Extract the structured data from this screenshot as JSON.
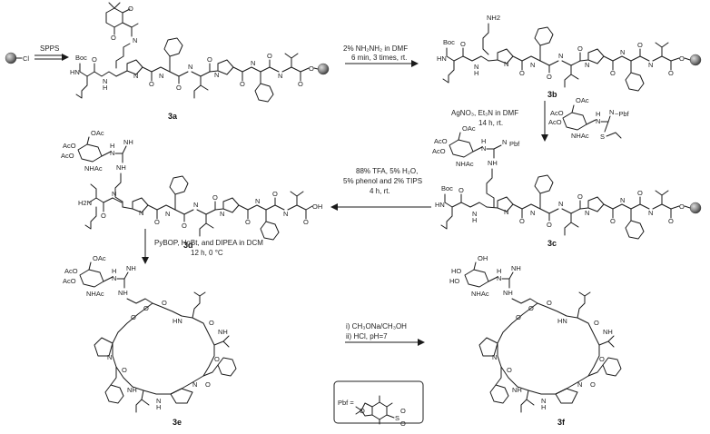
{
  "compounds": {
    "c3a": {
      "label": "3a",
      "resin_cl": "Cl",
      "protecting": "Boc"
    },
    "c3b": {
      "label": "3b",
      "protecting": "Boc",
      "amine": "NH2"
    },
    "c3c": {
      "label": "3c",
      "protecting": "Boc",
      "pbf": "Pbf",
      "sugar_oac": "OAc",
      "sugar_aco1": "AcO",
      "sugar_aco2": "AcO",
      "sugar_nhac": "NHAc",
      "thio_pbf": "N~Pbf",
      "nh": "NH"
    },
    "c3d": {
      "label": "3d",
      "amine": "H2N",
      "acid": "OH",
      "sugar_oac": "OAc",
      "sugar_aco1": "AcO",
      "sugar_aco2": "AcO",
      "sugar_nhac": "NHAc"
    },
    "c3e": {
      "label": "3e",
      "sugar_oac": "OAc",
      "sugar_aco1": "AcO",
      "sugar_aco2": "AcO",
      "sugar_nhac": "NHAc",
      "nh": "NH"
    },
    "c3f": {
      "label": "3f",
      "sugar_oh1": "OH",
      "sugar_ho1": "HO",
      "sugar_ho2": "HO",
      "sugar_nhac": "NHAc",
      "nh": "NH"
    }
  },
  "conditions": {
    "step1": "SPPS",
    "step2_line1": "2% NH₂NH₂ in DMF",
    "step2_line2": "6 min, 3 times, rt.",
    "step3_line1": "AgNO₃, Et₃N in DMF",
    "step3_line2": "14 h, rt.",
    "step4_line1": "88% TFA, 5% H₂O,",
    "step4_line2": "5% phenol and 2% TIPS",
    "step4_line3": "4 h, rt.",
    "step5_line1": "PyBOP, HoBt, and DIPEA in DCM",
    "step5_line2": "12 h, 0 °C",
    "step6_line1": "i) CH₃ONa/CH₃OH",
    "step6_line2": "ii) HCl, pH=7"
  },
  "legend": {
    "pbf_label": "Pbf ="
  }
}
